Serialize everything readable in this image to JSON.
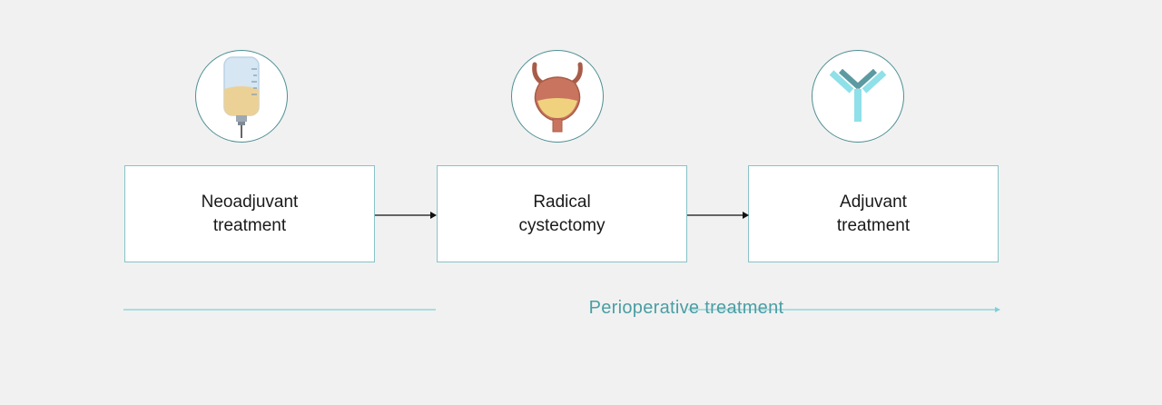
{
  "steps": [
    {
      "label": "Neoadjuvant treatment",
      "icon": "iv-bag-icon"
    },
    {
      "label": "Radical cystectomy",
      "icon": "bladder-icon"
    },
    {
      "label": "Adjuvant treatment",
      "icon": "antibody-icon"
    }
  ],
  "timeline": {
    "label": "Perioperative treatment"
  },
  "colors": {
    "background": "#f1f1f1",
    "box_border": "#86c3c8",
    "circle_border": "#4e8f93",
    "timeline": "#7fd0d8",
    "timeline_text": "#4b9ea4"
  }
}
